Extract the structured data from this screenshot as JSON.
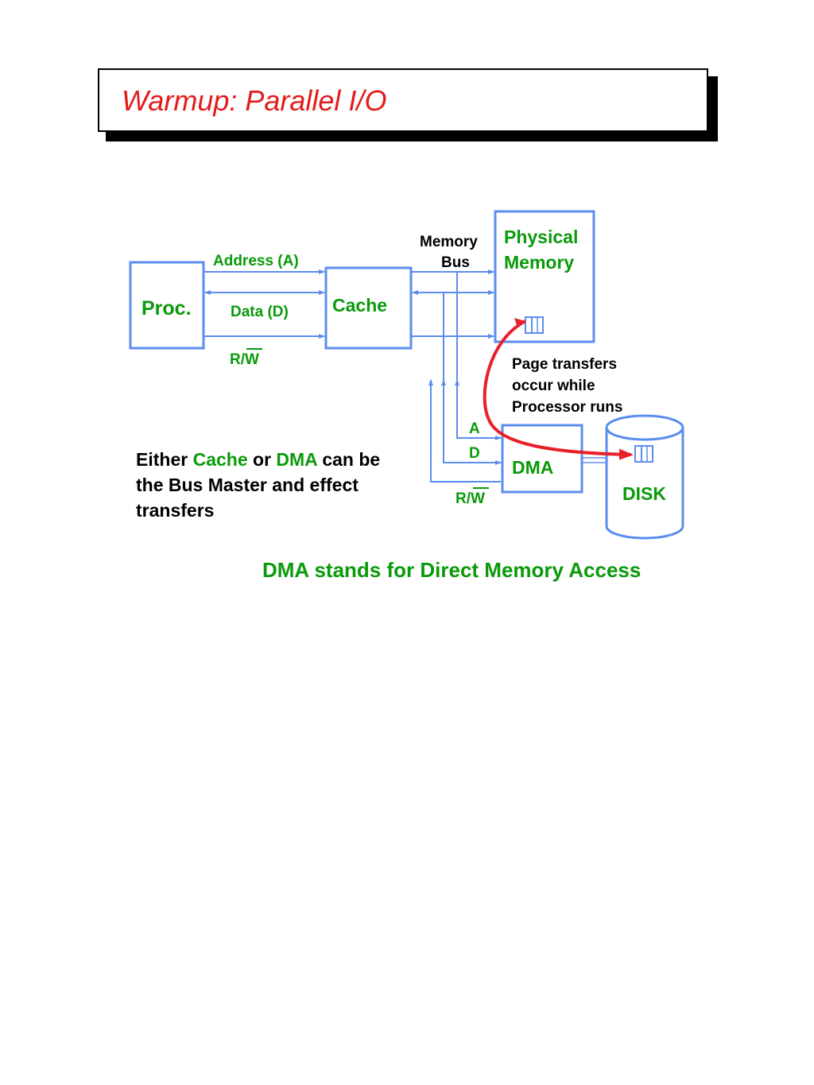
{
  "slide": {
    "title": "Warmup: Parallel I/O"
  },
  "diagram": {
    "proc_label": "Proc.",
    "cache_label": "Cache",
    "memory_label_line1": "Physical",
    "memory_label_line2": "Memory",
    "dma_label": "DMA",
    "disk_label": "DISK",
    "bus_label_line1": "Memory",
    "bus_label_line2": "Bus",
    "address_label": "Address (A)",
    "data_label": "Data (D)",
    "rw_label_left": "R/W",
    "rw_label_right": "R/W",
    "dma_a_label": "A",
    "dma_d_label": "D",
    "transfer_line1": "Page transfers",
    "transfer_line2": "occur while",
    "transfer_line3": "Processor runs"
  },
  "note": {
    "part1": "Either ",
    "cache": "Cache",
    "part2": " or ",
    "dma": "DMA",
    "part3": " can be the Bus Master and effect transfers"
  },
  "footer": "DMA stands for Direct Memory Access",
  "colors": {
    "title": "#e41b1b",
    "box_stroke": "#5b8def",
    "label_green": "#0a9a0a",
    "transfer_arrow": "#e8202a",
    "text": "#000000"
  }
}
